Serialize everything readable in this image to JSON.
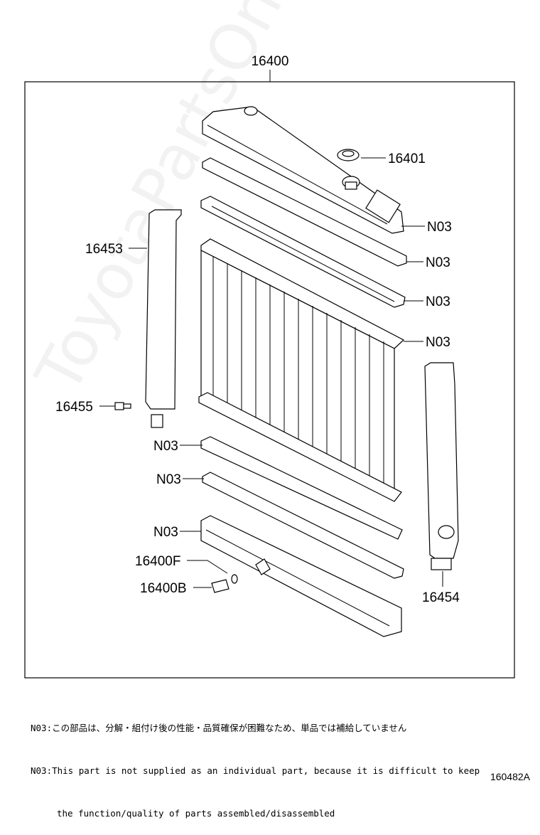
{
  "diagram": {
    "assembly_label": "16400",
    "labels": {
      "p16401": "16401",
      "p16453": "16453",
      "p16455": "16455",
      "p16454": "16454",
      "p16400F": "16400F",
      "p16400B": "16400B",
      "n03": "N03"
    }
  },
  "notes": {
    "jp": "N03:この部品は、分解・組付け後の性能・品質確保が困難なため、単品では補給していません",
    "en_line1": "N03:This part is not supplied as an individual part, because it is difficult to keep",
    "en_line2": "the function/quality of parts assembled/disassembled"
  },
  "figure_number": "160482A",
  "watermark": "ToyotaPartsOnline.ru"
}
